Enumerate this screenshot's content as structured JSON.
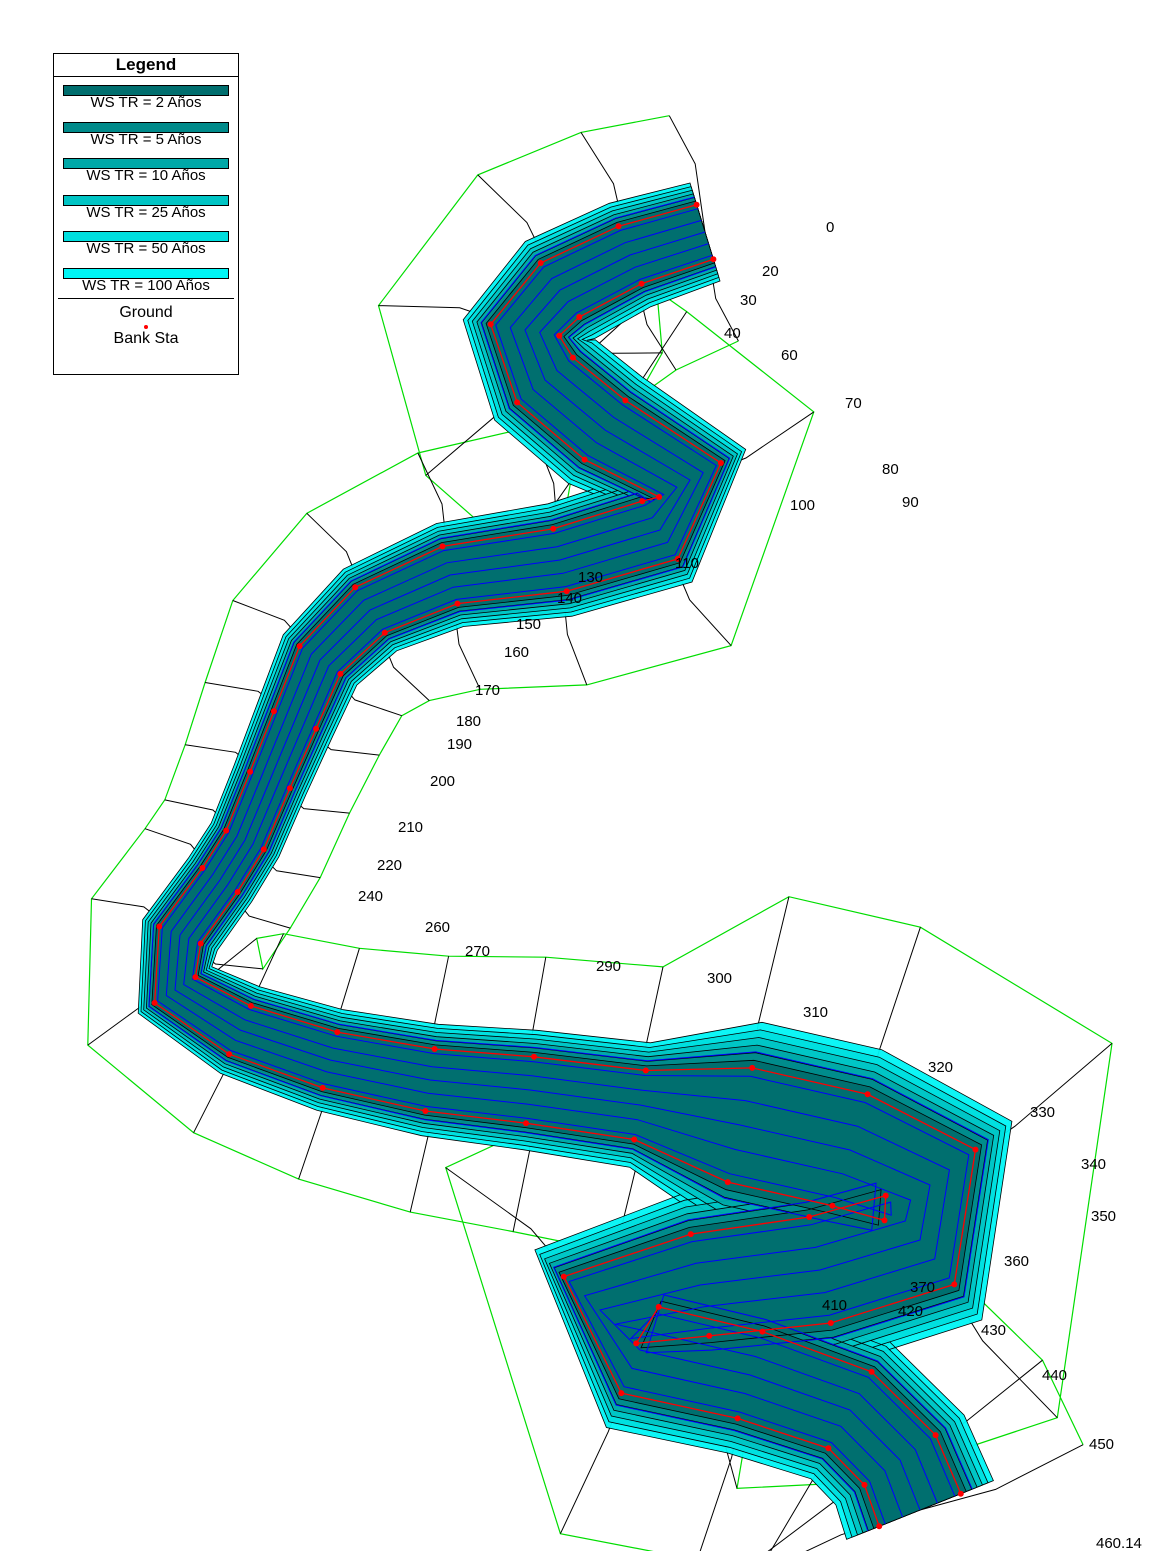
{
  "legend": {
    "title": "Legend",
    "entries": [
      {
        "label": "WS TR = 2 Años",
        "color": "#006e6e"
      },
      {
        "label": "WS TR = 5 Años",
        "color": "#008a8a"
      },
      {
        "label": "WS TR = 10 Años",
        "color": "#00a8a8"
      },
      {
        "label": "WS TR = 25 Años",
        "color": "#00c4c4"
      },
      {
        "label": "WS TR = 50 Años",
        "color": "#00dede"
      },
      {
        "label": "WS TR = 100 Años",
        "color": "#00f5f5"
      }
    ],
    "ground_label": "Ground",
    "bank_label": "Bank Sta"
  },
  "colors": {
    "ground": "#000000",
    "bank_station": "#ff0000",
    "water_edge": "#0000ff",
    "reach_boundary": "#00dd00"
  },
  "stations": [
    "0",
    "20",
    "30",
    "40",
    "60",
    "70",
    "80",
    "90",
    "100",
    "110",
    "130",
    "140",
    "150",
    "160",
    "170",
    "180",
    "190",
    "200",
    "210",
    "220",
    "240",
    "260",
    "270",
    "290",
    "300",
    "310",
    "320",
    "330",
    "340",
    "350",
    "360",
    "370",
    "410",
    "420",
    "430",
    "440",
    "450",
    "460.14"
  ]
}
